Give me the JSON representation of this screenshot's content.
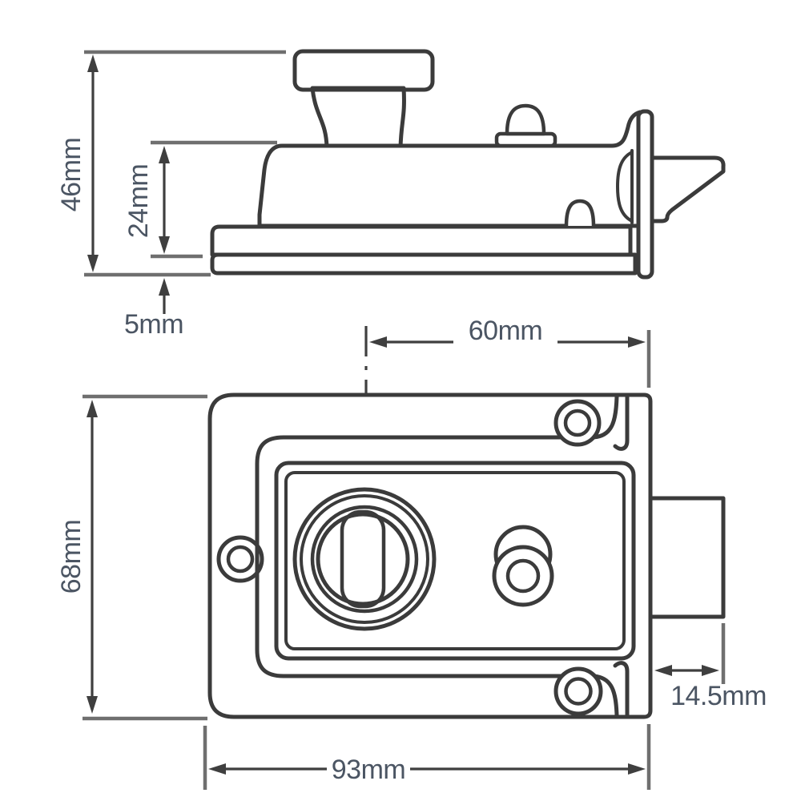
{
  "diagram": {
    "type": "technical-drawing",
    "subject": "rim nightlatch door lock, side profile view (top) and front face view (bottom) with dimension annotations",
    "colors": {
      "outline": "#3b3b3b",
      "extension_line": "#6f6f6f",
      "label_text": "#4b5563",
      "background": "#ffffff"
    },
    "dimensions": {
      "total_height": "46mm",
      "case_height": "24mm",
      "backplate_thickness": "5mm",
      "cylinder_centre": "60mm",
      "front_height": "68mm",
      "front_width": "93mm",
      "case_depth": "14.5mm"
    }
  }
}
